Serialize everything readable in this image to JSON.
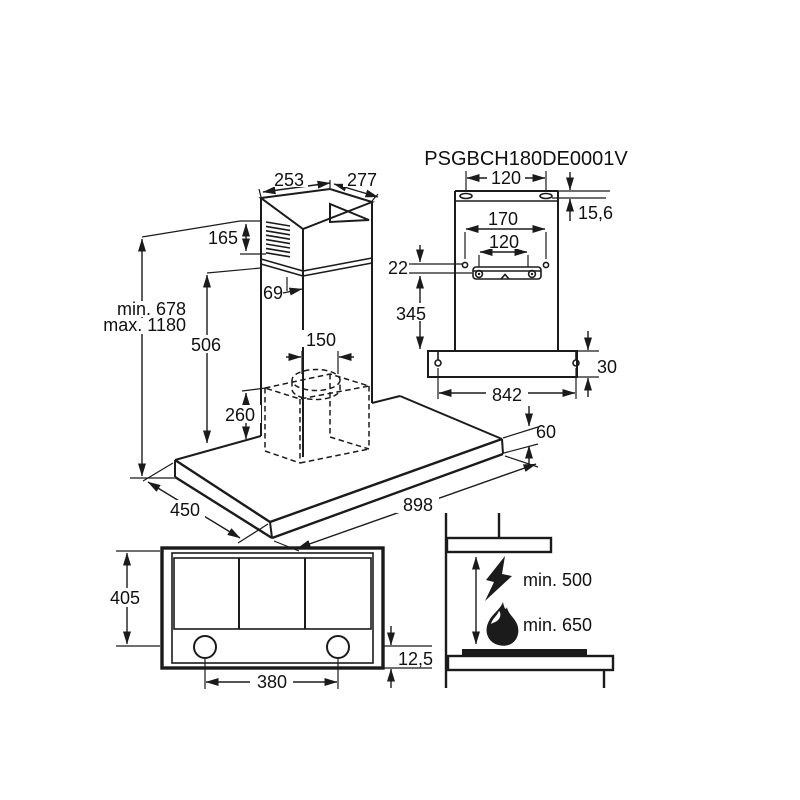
{
  "figure_label": "PSGBCH180DE0001V",
  "perspective_view": {
    "top_depth": "253",
    "top_width": "277",
    "upper_chimney_height": "165",
    "front_offset": "69",
    "height_min": "min. 678",
    "height_max": "max. 1180",
    "lower_chimney_height": "506",
    "duct_diameter": "150",
    "motor_box_height": "260",
    "canopy_depth": "450",
    "canopy_width": "898",
    "canopy_thickness": "60"
  },
  "rear_view": {
    "top_slot_spacing": "120",
    "top_slot_offset": "15,6",
    "wall_hole_spacing": "170",
    "bracket_slot_spacing": "120",
    "bracket_drop": "22",
    "bracket_to_canopy": "345",
    "canopy_hole_spacing": "842",
    "canopy_thickness": "30"
  },
  "bottom_view": {
    "body_depth": "405",
    "lamp_spacing": "380",
    "lamp_inset": "12,5"
  },
  "clearance_view": {
    "electric_hob_clearance": "min. 500",
    "gas_hob_clearance": "min. 650",
    "icons": [
      "lightning-icon",
      "flame-icon"
    ]
  }
}
